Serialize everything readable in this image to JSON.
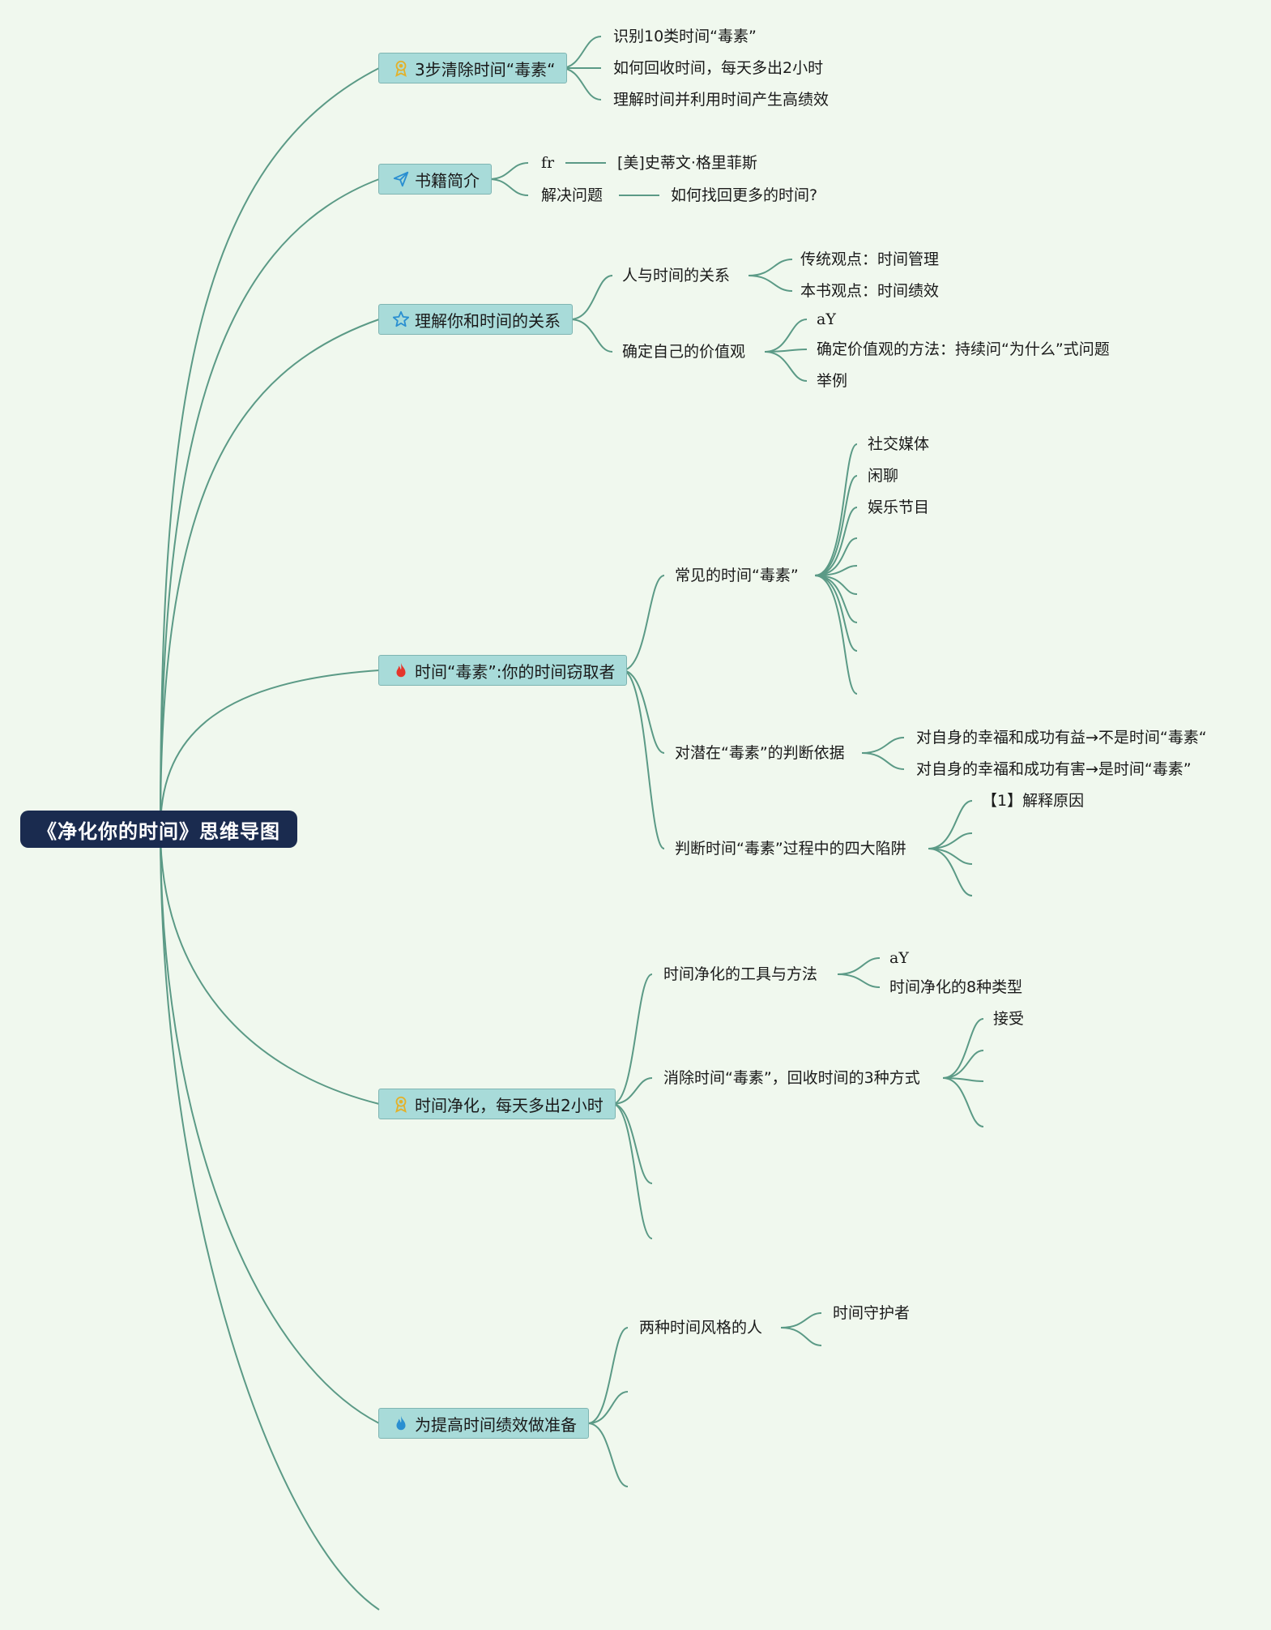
{
  "root": {
    "title": "《净化你的时间》思维导图"
  },
  "branches": [
    {
      "label": "3步清除时间“毒素“",
      "icon": "award-icon",
      "children": [
        "识别10类时间“毒素”",
        "如何回收时间，每天多出2小时",
        "理解时间并利用时间产生高绩效"
      ]
    },
    {
      "label": "书籍简介",
      "icon": "paper-plane-icon",
      "children": [
        {
          "label": "fr",
          "child": "[美]史蒂文·格里菲斯"
        },
        {
          "label": "解决问题",
          "child": "如何找回更多的时间?"
        }
      ]
    },
    {
      "label": "理解你和时间的关系",
      "icon": "star-icon",
      "children": [
        {
          "label": "人与时间的关系",
          "children": [
            "传统观点：时间管理",
            "本书观点：时间绩效"
          ]
        },
        {
          "label": "确定自己的价值观",
          "children": [
            "aY",
            "确定价值观的方法：持续问“为什么”式问题",
            "举例"
          ]
        }
      ]
    },
    {
      "label": "时间“毒素”:你的时间窃取者",
      "icon": "fire-icon",
      "children": [
        {
          "label": "常见的时间“毒素”",
          "children": [
            "社交媒体",
            "闲聊",
            "娱乐节目"
          ]
        },
        {
          "label": "对潜在“毒素”的判断依据",
          "children": [
            "对自身的幸福和成功有益→不是时间“毒素“",
            "对自身的幸福和成功有害→是时间“毒素”"
          ]
        },
        {
          "label": "判断时间“毒素”过程中的四大陷阱",
          "children": [
            "【1】解释原因"
          ]
        }
      ]
    },
    {
      "label": "时间净化，每天多出2小时",
      "icon": "award-icon",
      "children": [
        {
          "label": "时间净化的工具与方法",
          "children": [
            "aY",
            "时间净化的8种类型"
          ]
        },
        {
          "label": "消除时间“毒素”，回收时间的3种方式",
          "children": [
            "接受"
          ]
        }
      ]
    },
    {
      "label": "为提高时间绩效做准备",
      "icon": "water-drop-icon",
      "children": [
        {
          "label": "两种时间风格的人",
          "children": [
            "时间守护者"
          ]
        }
      ]
    }
  ],
  "colors": {
    "background": "#f0f8ee",
    "root_fill": "#1a2b4f",
    "branch_fill": "#a8dbd9",
    "line": "#5b9a86"
  }
}
